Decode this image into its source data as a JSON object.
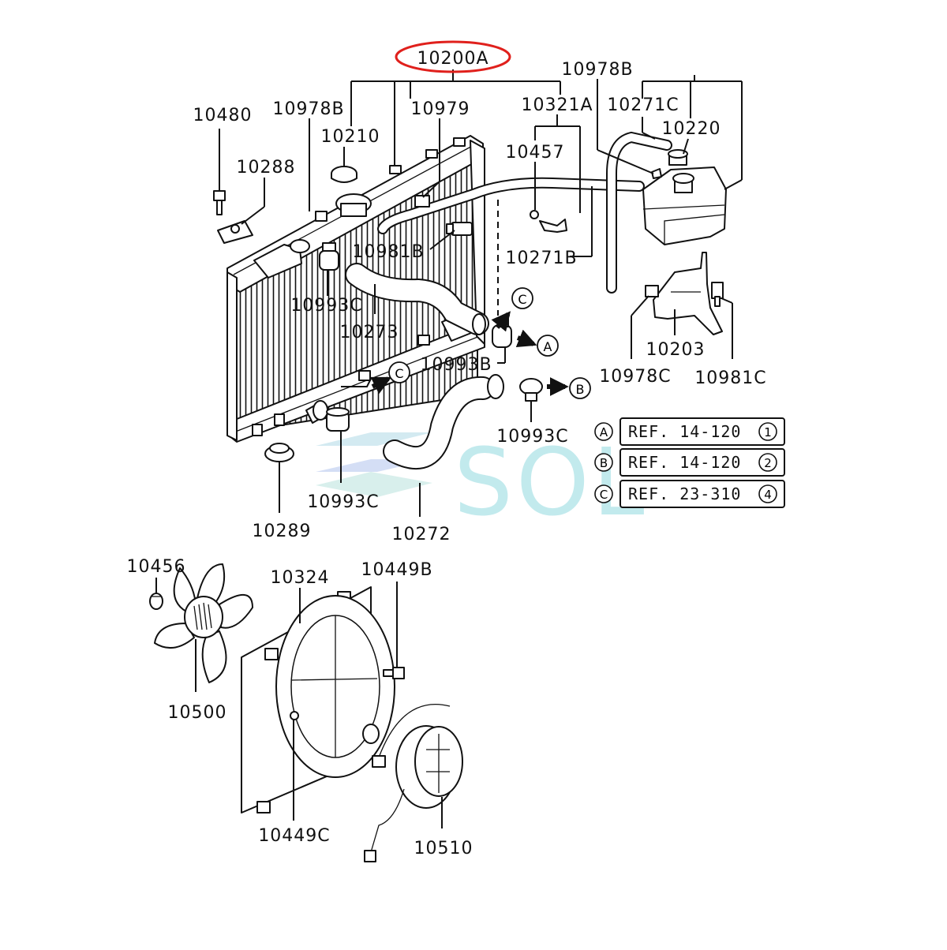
{
  "diagram": {
    "highlight_label": "10200A",
    "highlight_color": "#e0201c",
    "watermark": "SOL",
    "part_labels": {
      "p10480": "10480",
      "p10978B_left": "10978B",
      "p10210": "10210",
      "p10979": "10979",
      "p10321A": "10321A",
      "p10978B_top": "10978B",
      "p10271C": "10271C",
      "p10220": "10220",
      "p10288": "10288",
      "p10457": "10457",
      "p10981B": "10981B",
      "p10271B": "10271B",
      "p10993C_upper": "10993C",
      "p10273": "10273",
      "p10993B": "10993B",
      "p10203": "10203",
      "p10978C": "10978C",
      "p10981C": "10981C",
      "p10993C_right": "10993C",
      "p10993C_lower": "10993C",
      "p10289": "10289",
      "p10272": "10272",
      "p10456": "10456",
      "p10324": "10324",
      "p10449B": "10449B",
      "p10500": "10500",
      "p10449C": "10449C",
      "p10510": "10510"
    },
    "arrow_markers": {
      "c_upper": "C",
      "a": "A",
      "c_lower": "C",
      "b": "B"
    },
    "references": [
      {
        "marker": "A",
        "text": "REF. 14-120",
        "num": "1"
      },
      {
        "marker": "B",
        "text": "REF. 14-120",
        "num": "2"
      },
      {
        "marker": "C",
        "text": "REF. 23-310",
        "num": "4"
      }
    ]
  }
}
